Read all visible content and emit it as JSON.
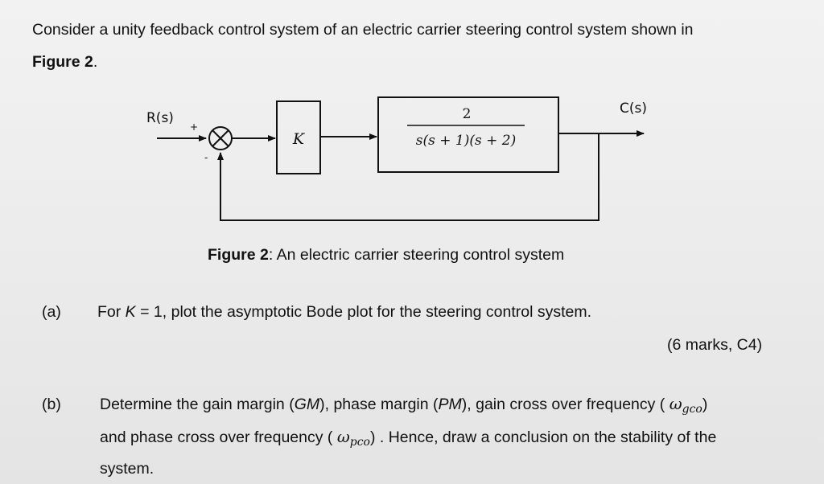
{
  "intro": {
    "line1": "Consider a unity feedback control system of an electric carrier steering control system shown in",
    "figure_ref": "Figure 2",
    "figure_ref_end": "."
  },
  "diagram": {
    "input_label": "R(s)",
    "output_label": "C(s)",
    "plus_sign": "+",
    "minus_sign": "-",
    "gain_label": "K",
    "tf_numerator": "2",
    "tf_denominator": "s(s + 1)(s + 2)"
  },
  "caption": {
    "prefix": "Figure 2",
    "text": ": An electric carrier steering control system"
  },
  "part_a": {
    "label": "(a)",
    "text_prefix": "For ",
    "k_var": "K",
    "k_value": " = 1",
    "text_suffix": ", plot the asymptotic Bode plot for the steering control system.",
    "marks": "(6 marks, C4)"
  },
  "part_b": {
    "label": "(b)",
    "line1_prefix": "Determine the gain margin (",
    "gm": "GM",
    "mid1": "), phase margin (",
    "pm": "PM",
    "mid2": "), gain cross over frequency ( ",
    "omega": "ω",
    "gco": "gco",
    "line1_end": ")",
    "line2_prefix": "and phase cross over frequency ( ",
    "pco": "pco",
    "line2_end": ") . Hence, draw a conclusion on the stability of the",
    "line3": "system."
  }
}
